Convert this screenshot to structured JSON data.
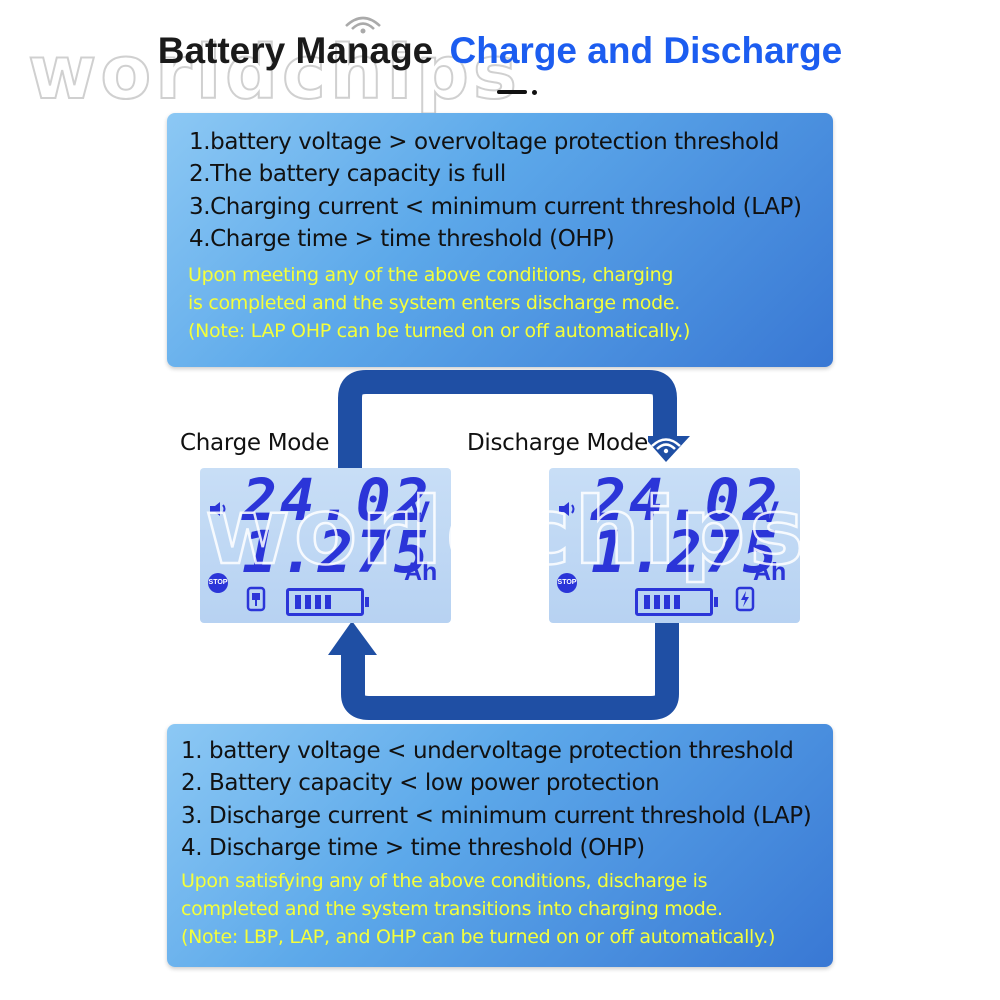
{
  "title": {
    "part1": "Battery Manage",
    "part2": "Charge and Discharge"
  },
  "watermark": "worldchips",
  "colors": {
    "title_accent": "#1c5df0",
    "panel_dark": "#3978d4",
    "panel_light": "#8cc8f4",
    "note_yellow": "#f5ff3a",
    "loop_arrow": "#1f4fa4",
    "lcd_digit": "#2b35d8"
  },
  "charge_conditions": {
    "items": [
      "1.battery voltage > overvoltage protection threshold",
      "2.The battery capacity is full",
      "3.Charging current < minimum current threshold (LAP)",
      "4.Charge time > time threshold (OHP)"
    ],
    "notes": [
      "Upon meeting any of the above conditions, charging",
      "is completed and the system enters discharge mode.",
      "(Note: LAP OHP can be turned on or off automatically.)"
    ]
  },
  "charge_mode": {
    "label": "Charge Mode",
    "voltage": "24.02",
    "voltage_unit": "V",
    "capacity": "1.275",
    "capacity_unit": "Ah",
    "stop_label": "STOP",
    "battery_level_bars": 4,
    "icons": [
      "speaker-icon",
      "stop-icon",
      "plug-icon",
      "battery-icon"
    ]
  },
  "discharge_mode": {
    "label": "Discharge Mode",
    "voltage": "24.02",
    "voltage_unit": "V",
    "capacity": "1.275",
    "capacity_unit": "Ah",
    "stop_label": "STOP",
    "battery_level_bars": 4,
    "icons": [
      "speaker-icon",
      "stop-icon",
      "battery-icon",
      "lightning-icon"
    ]
  },
  "discharge_conditions": {
    "items": [
      "1. battery voltage < undervoltage protection threshold",
      "2. Battery capacity < low power protection",
      "3. Discharge current < minimum current threshold (LAP)",
      "4. Discharge time > time threshold (OHP)"
    ],
    "notes": [
      "Upon satisfying any of the above conditions, discharge is",
      "completed and the system transitions into charging mode.",
      "(Note: LBP, LAP, and OHP can be turned on or off automatically.)"
    ]
  }
}
